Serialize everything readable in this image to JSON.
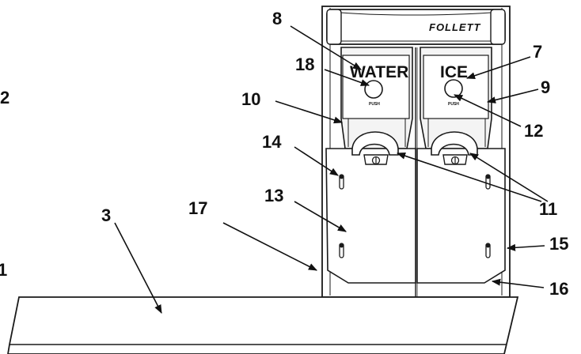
{
  "diagram": {
    "brand": "FOLLETT",
    "labels": {
      "water_panel": "WATER",
      "ice_panel": "ICE",
      "push_water": "PUSH",
      "push_ice": "PUSH"
    },
    "callouts": {
      "c1": "1",
      "c2": "2",
      "c3": "3",
      "c7": "7",
      "c8": "8",
      "c9": "9",
      "c10": "10",
      "c11": "11",
      "c12": "12",
      "c13": "13",
      "c14": "14",
      "c15": "15",
      "c16": "16",
      "c17": "17",
      "c18": "18"
    },
    "colors": {
      "ink": "#1a1a1a",
      "panel_fill": "#f4f4f4",
      "background": "#ffffff"
    }
  }
}
